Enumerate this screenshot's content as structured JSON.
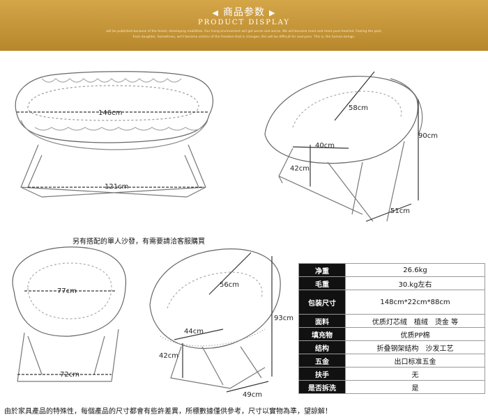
{
  "banner": {
    "title": "商品参数",
    "subtitle": "PRODUCT DISPLAY",
    "arrow_left": "◀",
    "arrow_right": "▶",
    "fine_print": "will be published because of the forest, developing mobilities. Our living environment will get worse and worse. We will become more and more pure-hearted. Feeling the past, from daughter. Sometimes, we'll become victims of the freedom that is changes, this will be difficult for everyone. This is, the human beings."
  },
  "dimensions": {
    "sofa_width": "146cm",
    "sofa_base": "121cm",
    "single_depth": "58cm",
    "single_seat": "40cm",
    "single_seat_height": "42cm",
    "single_height": "90cm",
    "single_base": "51cm",
    "front_width": "77cm",
    "front_base": "72cm",
    "side_depth": "56cm",
    "side_seat": "44cm",
    "side_seat_height": "42cm",
    "side_height": "93cm",
    "side_base": "49cm"
  },
  "note": "另有搭配的單人沙發，有需要請洽客服購買",
  "bottom_note": "由於家具產品的特殊性，每個產品的尺寸都會有些許差異，所標數據僅供參考，尺寸以實物為準，望諒解！",
  "spec_table": [
    {
      "label": "净重",
      "value": "26.6kg"
    },
    {
      "label": "毛重",
      "value": "30.kg左右"
    },
    {
      "label": "包装尺寸",
      "value": "148cm*22cm*88cm"
    },
    {
      "label": "面料",
      "value": "优质灯芯绒　植绒　烫金 等"
    },
    {
      "label": "填充物",
      "value": "优质PP棉"
    },
    {
      "label": "结构",
      "value": "折叠钢架结构　沙发工艺"
    },
    {
      "label": "五金",
      "value": "出口标准五金"
    },
    {
      "label": "扶手",
      "value": "无"
    },
    {
      "label": "是否拆洗",
      "value": "是"
    }
  ]
}
